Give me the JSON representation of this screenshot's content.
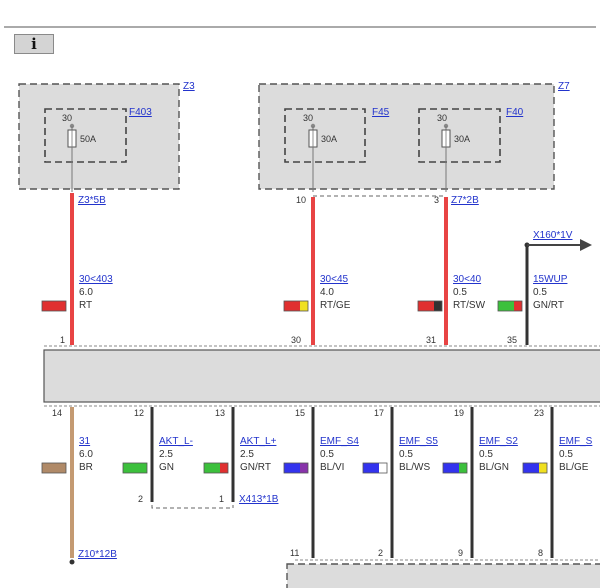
{
  "info_button": {
    "label": "i"
  },
  "modules": [
    {
      "id": "Z3"
    },
    {
      "id": "Z7"
    }
  ],
  "fuses": [
    {
      "id": "F403",
      "pin": "30",
      "rating": "50A"
    },
    {
      "id": "F45",
      "pin": "30",
      "rating": "30A"
    },
    {
      "id": "F40",
      "pin": "30",
      "rating": "30A"
    }
  ],
  "connector_labels": {
    "z3_5b": "Z3*5B",
    "z7_2b": "Z7*2B",
    "x160_1v": "X160*1V",
    "x413_1b": "X413*1B",
    "z10_12b": "Z10*12B"
  },
  "top_pins": [
    "10",
    "3"
  ],
  "top_wires": [
    {
      "circuit": "30<403",
      "size": "6.0",
      "color": "RT",
      "pin": "1",
      "swatch": [
        "#e03030"
      ]
    },
    {
      "circuit": "30<45",
      "size": "4.0",
      "color": "RT/GE",
      "pin": "30",
      "swatch": [
        "#e03030",
        "#f0e020"
      ]
    },
    {
      "circuit": "30<40",
      "size": "0.5",
      "color": "RT/SW",
      "pin": "31",
      "swatch": [
        "#e03030",
        "#333333"
      ]
    },
    {
      "circuit": "15WUP",
      "size": "0.5",
      "color": "GN/RT",
      "pin": "35",
      "swatch": [
        "#3cc03c",
        "#e03030"
      ]
    }
  ],
  "bottom_wires": [
    {
      "circuit": "31",
      "size": "6.0",
      "color": "BR",
      "pin": "14",
      "swatch": [
        "#b08a68"
      ]
    },
    {
      "circuit": "AKT_L-",
      "size": "2.5",
      "color": "GN",
      "pin": "12",
      "swatch": [
        "#3cc03c"
      ]
    },
    {
      "circuit": "AKT_L+",
      "size": "2.5",
      "color": "GN/RT",
      "pin": "13",
      "swatch": [
        "#3cc03c",
        "#e03030"
      ]
    },
    {
      "circuit": "EMF_S4",
      "size": "0.5",
      "color": "BL/VI",
      "pin": "15",
      "swatch": [
        "#3333ee",
        "#8833aa"
      ]
    },
    {
      "circuit": "EMF_S5",
      "size": "0.5",
      "color": "BL/WS",
      "pin": "17",
      "swatch": [
        "#3333ee",
        "#ffffff"
      ]
    },
    {
      "circuit": "EMF_S2",
      "size": "0.5",
      "color": "BL/GN",
      "pin": "19",
      "swatch": [
        "#3333ee",
        "#3cc03c"
      ]
    },
    {
      "circuit": "EMF_S",
      "size": "0.5",
      "color": "BL/GE",
      "pin": "23",
      "swatch": [
        "#3333ee",
        "#f0e020"
      ]
    }
  ],
  "x413_pins": [
    "2",
    "1"
  ],
  "lower_pins": [
    "11",
    "2",
    "9",
    "8"
  ],
  "colors": {
    "red_wire": "#e84444",
    "brown_wire": "#c49a72",
    "dark_wire": "#333333",
    "module_fill": "#dcdcdc",
    "link": "#2233cc"
  }
}
